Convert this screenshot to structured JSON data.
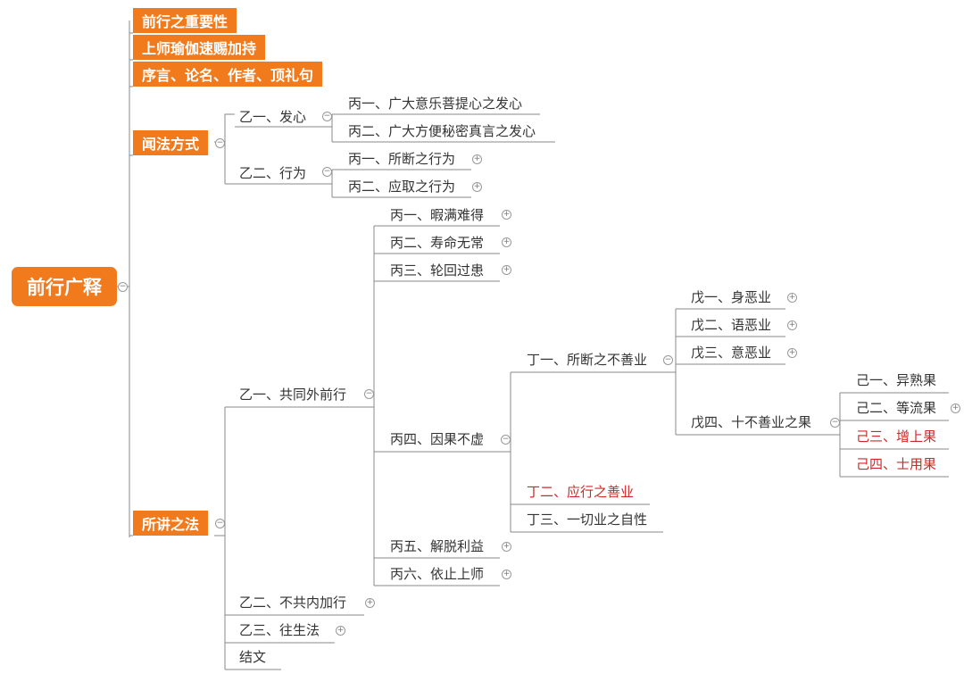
{
  "root": "前行广释",
  "level1": {
    "importance": "前行之重要性",
    "guru_yoga": "上师瑜伽速赐加持",
    "preface": "序言、论名、作者、顶礼句",
    "listening": "闻法方式",
    "teaching": "所讲之法"
  },
  "listening_branch": {
    "yi1": "乙一、发心",
    "yi1_c1": "丙一、广大意乐菩提心之发心",
    "yi1_c2": "丙二、广大方便秘密真言之发心",
    "yi2": "乙二、行为",
    "yi2_c1": "丙一、所断之行为",
    "yi2_c2": "丙二、应取之行为"
  },
  "teaching_branch": {
    "yi1": "乙一、共同外前行",
    "bing1": "丙一、暇满难得",
    "bing2": "丙二、寿命无常",
    "bing3": "丙三、轮回过患",
    "bing4": "丙四、因果不虚",
    "bing5": "丙五、解脱利益",
    "bing6": "丙六、依止上师",
    "ding1": "丁一、所断之不善业",
    "ding2": "丁二、应行之善业",
    "ding3": "丁三、一切业之自性",
    "wu1": "戊一、身恶业",
    "wu2": "戊二、语恶业",
    "wu3": "戊三、意恶业",
    "wu4": "戊四、十不善业之果",
    "ji1": "己一、异熟果",
    "ji2": "己二、等流果",
    "ji3": "己三、增上果",
    "ji4": "己四、士用果",
    "yi2": "乙二、不共内加行",
    "yi3": "乙三、往生法",
    "conclusion": "结文"
  },
  "colors": {
    "orange": "#f07a1c",
    "line": "#888888",
    "red_text": "#cc2a2a"
  },
  "icons": {
    "collapse": "⊖",
    "expand": "⊕"
  }
}
